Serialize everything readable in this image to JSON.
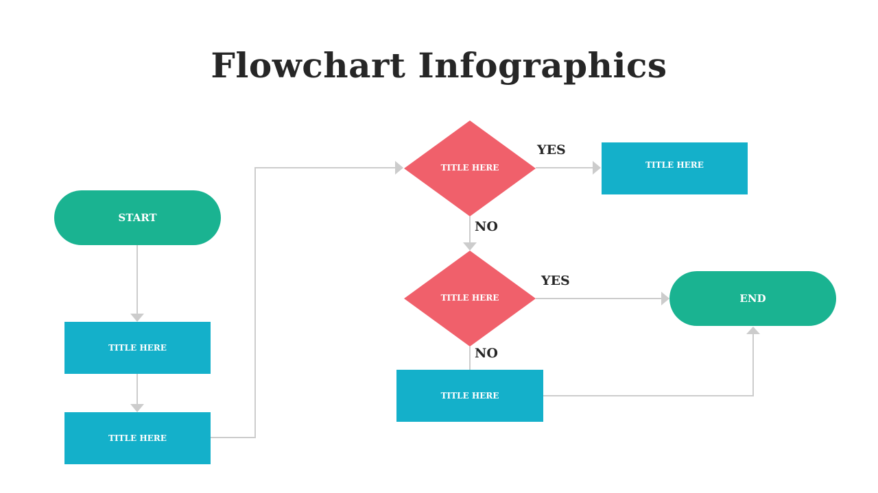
{
  "title": "Flowchart Infographics",
  "colors": {
    "terminal": "#1ab391",
    "process": "#14b0ca",
    "decision": "#f0606b",
    "connector": "#cccccc",
    "text_dark": "#262626"
  },
  "nodes": {
    "start": "START",
    "step1": "TITLE HERE",
    "step2": "TITLE HERE",
    "decision1": "TITLE HERE",
    "decision1_yes_box": "TITLE HERE",
    "decision2": "TITLE HERE",
    "decision2_no_box": "TITLE HERE",
    "end": "END"
  },
  "branch_labels": {
    "d1_yes": "YES",
    "d1_no": "NO",
    "d2_yes": "YES",
    "d2_no": "NO"
  }
}
